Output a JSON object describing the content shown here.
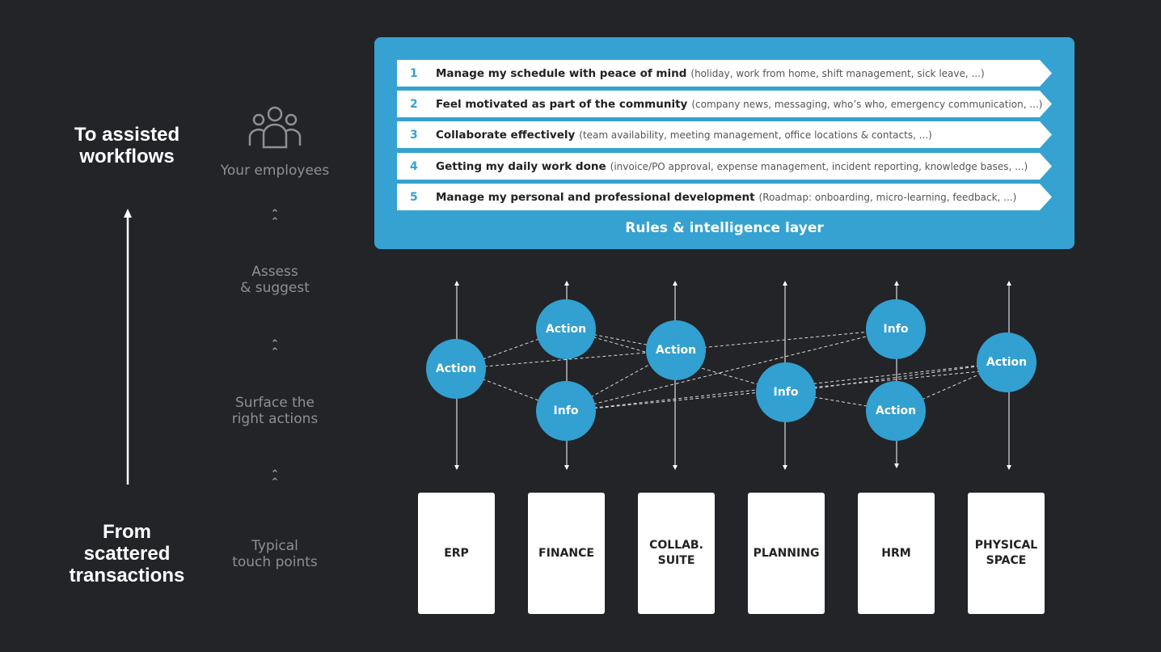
{
  "left": {
    "top_label": "To assisted\nworkflows",
    "bottom_label": "From\nscattered\ntransactions"
  },
  "steps": {
    "employees": "Your employees",
    "assess": "Assess\n& suggest",
    "surface": "Surface the\nright actions",
    "touch": "Typical\ntouch points"
  },
  "needs": [
    {
      "num": "1",
      "title": "Manage my schedule with peace of mind",
      "detail": "(holiday, work from home, shift management, sick leave, ...)"
    },
    {
      "num": "2",
      "title": "Feel motivated as part of the community",
      "detail": "(company news, messaging, who’s who, emergency communication, ...)"
    },
    {
      "num": "3",
      "title": "Collaborate effectively",
      "detail": "(team availability, meeting management, office locations & contacts, ...)"
    },
    {
      "num": "4",
      "title": "Getting my daily work done",
      "detail": "(invoice/PO approval, expense management, incident reporting, knowledge bases, ...)"
    },
    {
      "num": "5",
      "title": "Manage my personal and professional development",
      "detail": "(Roadmap: onboarding, micro-learning, feedback, ...)"
    }
  ],
  "layer_label": "Rules & intelligence layer",
  "systems": [
    "ERP",
    "FINANCE",
    "COLLAB.\nSUITE",
    "PLANNING",
    "HRM",
    "PHYSICAL\nSPACE"
  ],
  "nodes": [
    "Action",
    "Action",
    "Info",
    "Action",
    "Info",
    "Info",
    "Action",
    "Action"
  ],
  "colors": {
    "background": "#222428",
    "accent": "#35a2d1",
    "node": "#32a0d0"
  },
  "icons": {
    "employees": "group-people-icon",
    "up_arrow": "up-arrow-icon",
    "chevron": "double-chevron-up-icon"
  }
}
